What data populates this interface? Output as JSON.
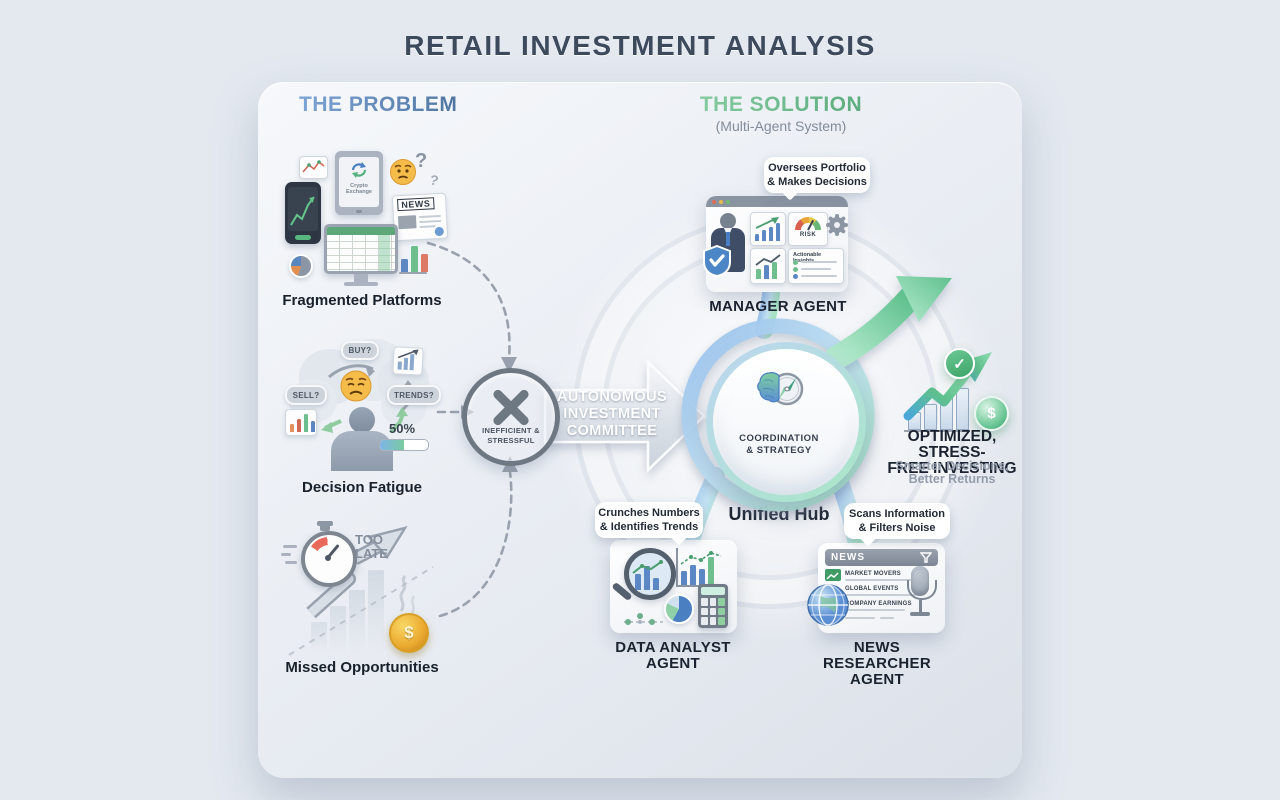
{
  "title": "RETAIL INVESTMENT ANALYSIS",
  "problem": {
    "heading": "THE PROBLEM",
    "fragmented": {
      "label": "Fragmented Platforms",
      "tablet_title": "Crypto Exchange",
      "news": "NEWS",
      "q1": "?",
      "q2": "?"
    },
    "fatigue": {
      "label": "Decision Fatigue",
      "buy": "BUY?",
      "sell": "SELL?",
      "trends": "TRENDS?",
      "percent": "50%"
    },
    "missed": {
      "label": "Missed Opportunities",
      "too": "TOO",
      "late": "LATE",
      "coin": "$"
    },
    "bottleneck": {
      "line1": "INEFFICIENT &",
      "line2": "STRESSFUL"
    }
  },
  "committee": {
    "line1": "AUTONOMOUS",
    "line2": "INVESTMENT",
    "line3": "COMMITTEE"
  },
  "solution": {
    "heading": "THE SOLUTION",
    "subheading": "(Multi-Agent System)",
    "manager": {
      "name": "MANAGER AGENT",
      "tip1": "Oversees Portfolio",
      "tip2": "& Makes Decisions",
      "risk": "RISK",
      "insights": "Actionable Insights",
      "shield_check": "✓"
    },
    "hub": {
      "line1": "COORDINATION",
      "line2": "& STRATEGY",
      "label": "Unified Hub"
    },
    "analyst": {
      "name1": "DATA ANALYST",
      "name2": "AGENT",
      "tip1": "Crunches Numbers",
      "tip2": "& Identifies Trends"
    },
    "news_agent": {
      "name1": "NEWS RESEARCHER",
      "name2": "AGENT",
      "tip1": "Scans Information",
      "tip2": "& Filters Noise",
      "header": "NEWS",
      "rows": [
        "MARKET MOVERS",
        "GLOBAL EVENTS",
        "COMPANY EARNINGS"
      ]
    },
    "outcome": {
      "title1": "OPTIMIZED, STRESS-",
      "title2": "FREE INVESTING",
      "sub1": "Smarter Decisions,",
      "sub2": "Better Returns",
      "check": "✓",
      "coin": "$"
    }
  },
  "colors": {
    "page_bg": "#e4e9f0",
    "ink": "#1b2330",
    "muted_text": "#8a94a2",
    "problem_blue": "#6589bf",
    "solution_green": "#72bd8e",
    "bottleneck_gray": "#6e7883",
    "tube_blue": "#96bfec",
    "tube_green": "#9fe3be",
    "risk_red": "#d95f4e",
    "coin_gold": "#eaa92e"
  },
  "icons": {
    "bottleneck": "x-circle",
    "hub": "brain-compass",
    "manager_window": "browser-dashboard",
    "analyst_tools": "magnifier-chart-calculator",
    "news_tools": "news-globe-microphone",
    "outcome": "growth-arrow-check-dollar"
  }
}
